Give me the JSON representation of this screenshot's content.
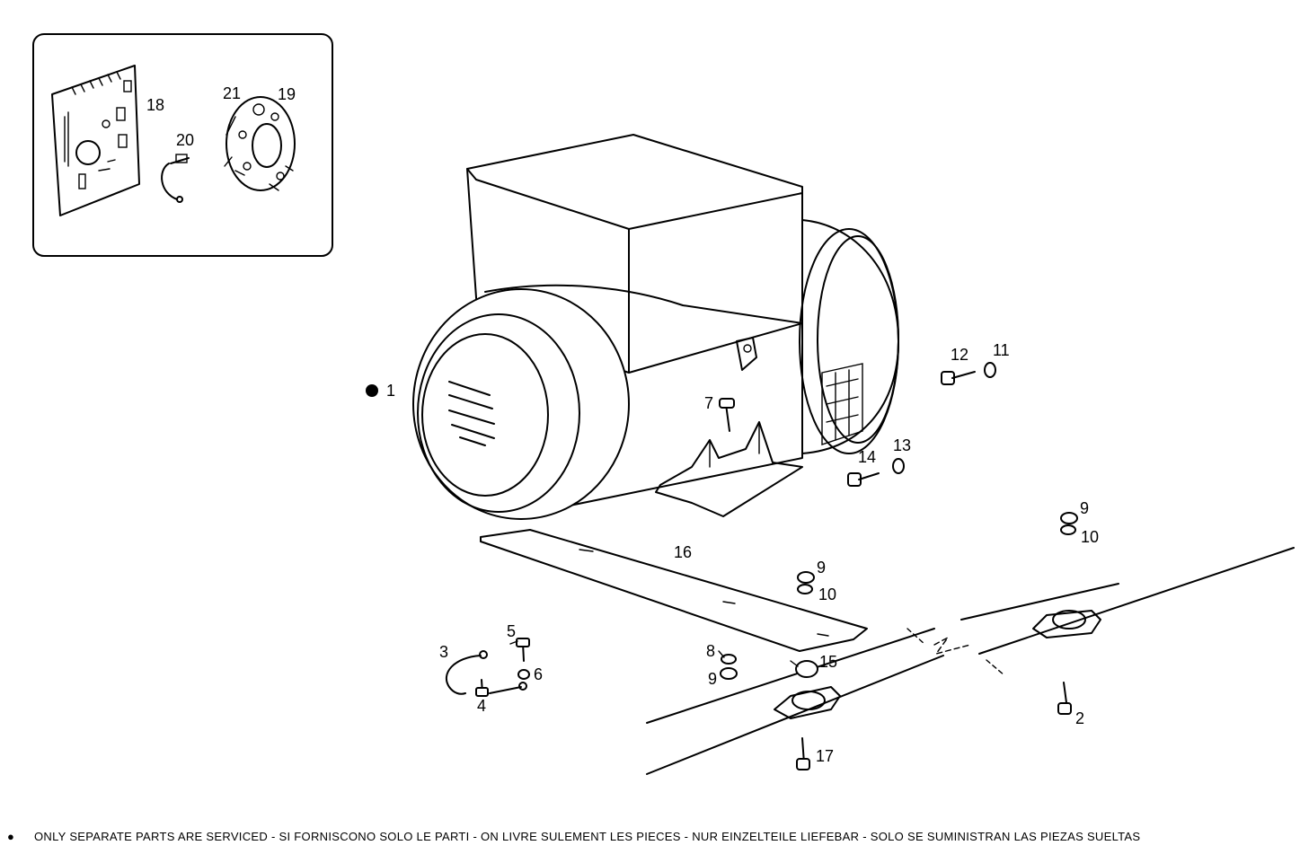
{
  "callouts": {
    "p1": "1",
    "p2": "2",
    "p3": "3",
    "p4": "4",
    "p5": "5",
    "p6": "6",
    "p7": "7",
    "p8": "8",
    "p9a": "9",
    "p9b": "9",
    "p9c": "9",
    "p10a": "10",
    "p10b": "10",
    "p11": "11",
    "p12": "12",
    "p13": "13",
    "p14": "14",
    "p15": "15",
    "p16": "16",
    "p17": "17",
    "p18": "18",
    "p19": "19",
    "p20": "20",
    "p21": "21"
  },
  "footnote": {
    "bullet": "●",
    "text": "ONLY SEPARATE PARTS ARE SERVICED - SI FORNISCONO SOLO LE PARTI - ON LIVRE SULEMENT LES PIECES - NUR EINZELTEILE LIEFEBAR - SOLO SE SUMINISTRAN LAS PIEZAS SUELTAS"
  }
}
